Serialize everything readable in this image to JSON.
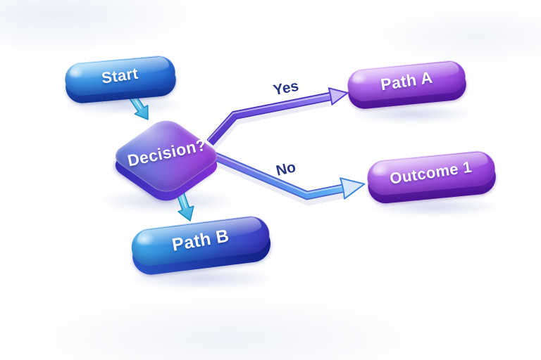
{
  "diagram": {
    "type": "flowchart-3d-illustration",
    "background_color": "#ffffff",
    "node_text_color": "#ffffff",
    "edge_label_color": "#26357f",
    "nodes": {
      "start": {
        "label": "Start",
        "shape": "rounded-pill",
        "color_main": "#2e7ad8",
        "color_light": "#7fd0f6"
      },
      "decision": {
        "label": "Decision?",
        "shape": "diamond",
        "color_left": "#6b8fe0",
        "color_right": "#a43fe2"
      },
      "path_a": {
        "label": "Path A",
        "shape": "rounded-pill",
        "color_main": "#9c4fe0",
        "color_light": "#d9a8f8"
      },
      "outcome_1": {
        "label": "Outcome 1",
        "shape": "rounded-pill",
        "color_main": "#9a48dc",
        "color_light": "#d2a0f6"
      },
      "path_b": {
        "label": "Path B",
        "shape": "rounded-pill",
        "color_left": "#46b4ec",
        "color_right": "#4236c2"
      }
    },
    "edges": {
      "start_to_decision": {
        "from": "Start",
        "to": "Decision?",
        "label": "",
        "color": "#35aadc"
      },
      "yes": {
        "from": "Decision?",
        "to": "Path A",
        "label": "Yes",
        "color": "#6e55dc"
      },
      "no": {
        "from": "Decision?",
        "to": "Outcome 1",
        "label": "No",
        "color": "#5f85e8"
      },
      "decision_to_path_b": {
        "from": "Decision?",
        "to": "Path B",
        "label": "",
        "color": "#35aadc"
      }
    }
  }
}
